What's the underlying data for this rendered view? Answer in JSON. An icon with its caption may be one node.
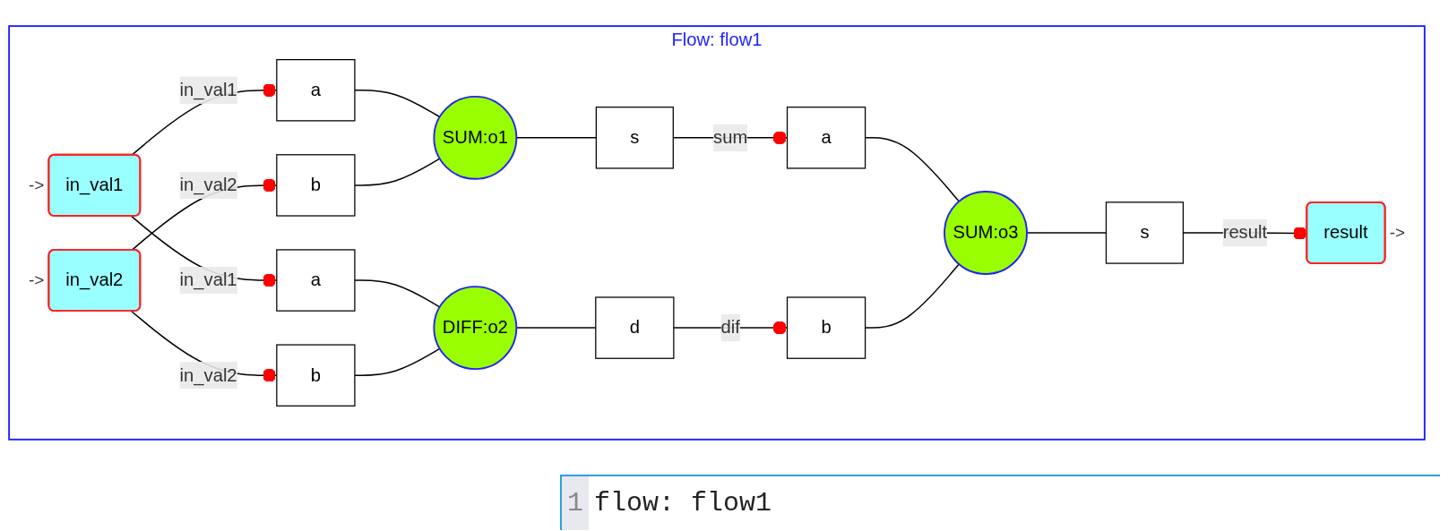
{
  "diagram": {
    "nodes": [
      {
        "text": [
          "Flow: flow1"
        ]
      },
      {
        "text": [
          "in_val1"
        ],
        "in": 0,
        "beside": [
          "->"
        ]
      },
      {
        "text": [
          "in_val2"
        ],
        "in": 0,
        "beside": [
          "->"
        ]
      },
      {
        "text": [
          "a"
        ],
        "in": 0
      },
      {
        "text": [
          "b"
        ],
        "in": 0
      },
      {
        "text": [
          "SUM:o1"
        ],
        "in": 0
      },
      {
        "text": [
          "s"
        ],
        "in": 0
      },
      {
        "text": [
          "a"
        ],
        "in": 0
      },
      {
        "text": [
          "b"
        ],
        "in": 0
      },
      {
        "text": [
          "DIFF:o2"
        ],
        "in": 0
      },
      {
        "text": [
          "d"
        ],
        "in": 0
      },
      {
        "text": [
          "a"
        ],
        "in": 0
      },
      {
        "text": [
          "b"
        ],
        "in": 0
      },
      {
        "text": [
          "SUM:o3"
        ],
        "in": 0
      },
      {
        "text": [
          "s"
        ],
        "in": 0
      },
      {
        "text": [
          "result"
        ],
        "in": 0,
        "beside": [
          "->"
        ]
      }
    ],
    "edges": [
      {
        "from": 1,
        "to": 3,
        "arrow": "other",
        "label": "in_val1"
      },
      {
        "from": 1,
        "to": 7,
        "arrow": "other",
        "label": "in_val1"
      },
      {
        "from": 2,
        "to": 4,
        "arrow": "other",
        "label": "in_val2"
      },
      {
        "from": 2,
        "to": 8,
        "arrow": "other",
        "label": "in_val2"
      },
      {
        "from": 3,
        "to": 5,
        "arrow": "none"
      },
      {
        "from": 4,
        "to": 5,
        "arrow": "none"
      },
      {
        "from": 5,
        "to": 6,
        "arrow": "none"
      },
      {
        "from": 7,
        "to": 9,
        "arrow": "none"
      },
      {
        "from": 8,
        "to": 9,
        "arrow": "none"
      },
      {
        "from": 9,
        "to": 10,
        "arrow": "none"
      },
      {
        "from": 6,
        "to": 11,
        "arrow": "other",
        "label": "sum"
      },
      {
        "from": 10,
        "to": 12,
        "arrow": "other",
        "label": "dif"
      },
      {
        "from": 11,
        "to": 13,
        "arrow": "none"
      },
      {
        "from": 12,
        "to": 13,
        "arrow": "none"
      },
      {
        "from": 13,
        "to": 14,
        "arrow": "none"
      },
      {
        "from": 14,
        "to": 15,
        "arrow": "other",
        "label": "result"
      }
    ],
    "labels": [
      "1",
      "flow: flow1"
    ]
  }
}
